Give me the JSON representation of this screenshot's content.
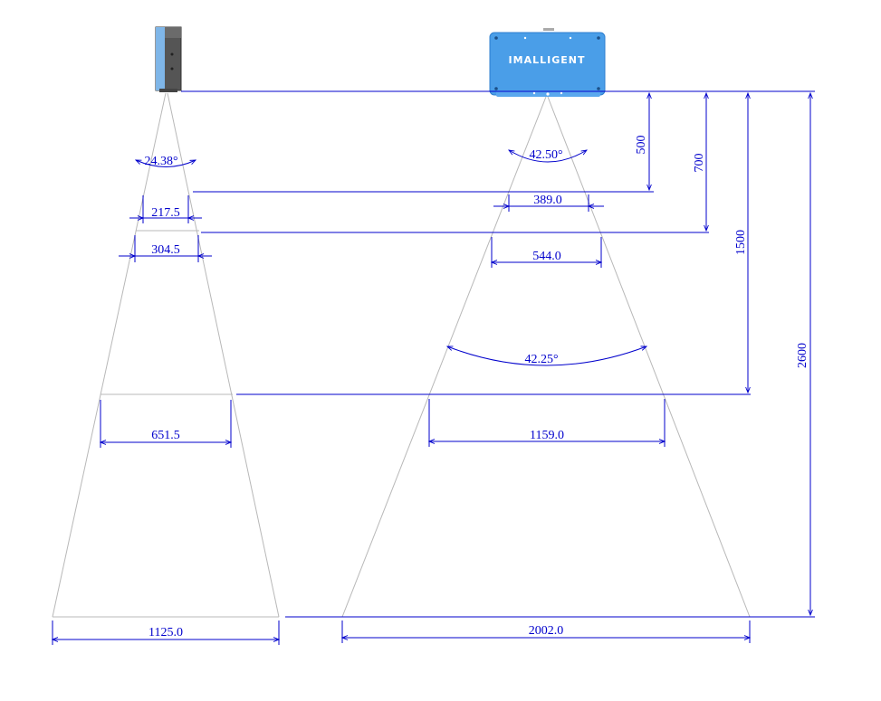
{
  "device_right": {
    "brand": "IMALLIGENT",
    "color": "#4a9ee8"
  },
  "device_left": {
    "color": "#555555",
    "accent": "#7fb6e8"
  },
  "colors": {
    "dimension": "#0000cc",
    "cone": "#b8b8b8"
  },
  "left_cone": {
    "angle_label": "24.38°",
    "widths": {
      "w500": "217.5",
      "w700": "304.5",
      "w1500": "651.5",
      "w2600": "1125.0"
    }
  },
  "right_cone": {
    "angle_near_label": "42.50°",
    "angle_far_label": "42.25°",
    "widths": {
      "w500": "389.0",
      "w700": "544.0",
      "w1500": "1159.0",
      "w2600": "2002.0"
    }
  },
  "distances": {
    "d500": "500",
    "d700": "700",
    "d1500": "1500",
    "d2600": "2600"
  }
}
